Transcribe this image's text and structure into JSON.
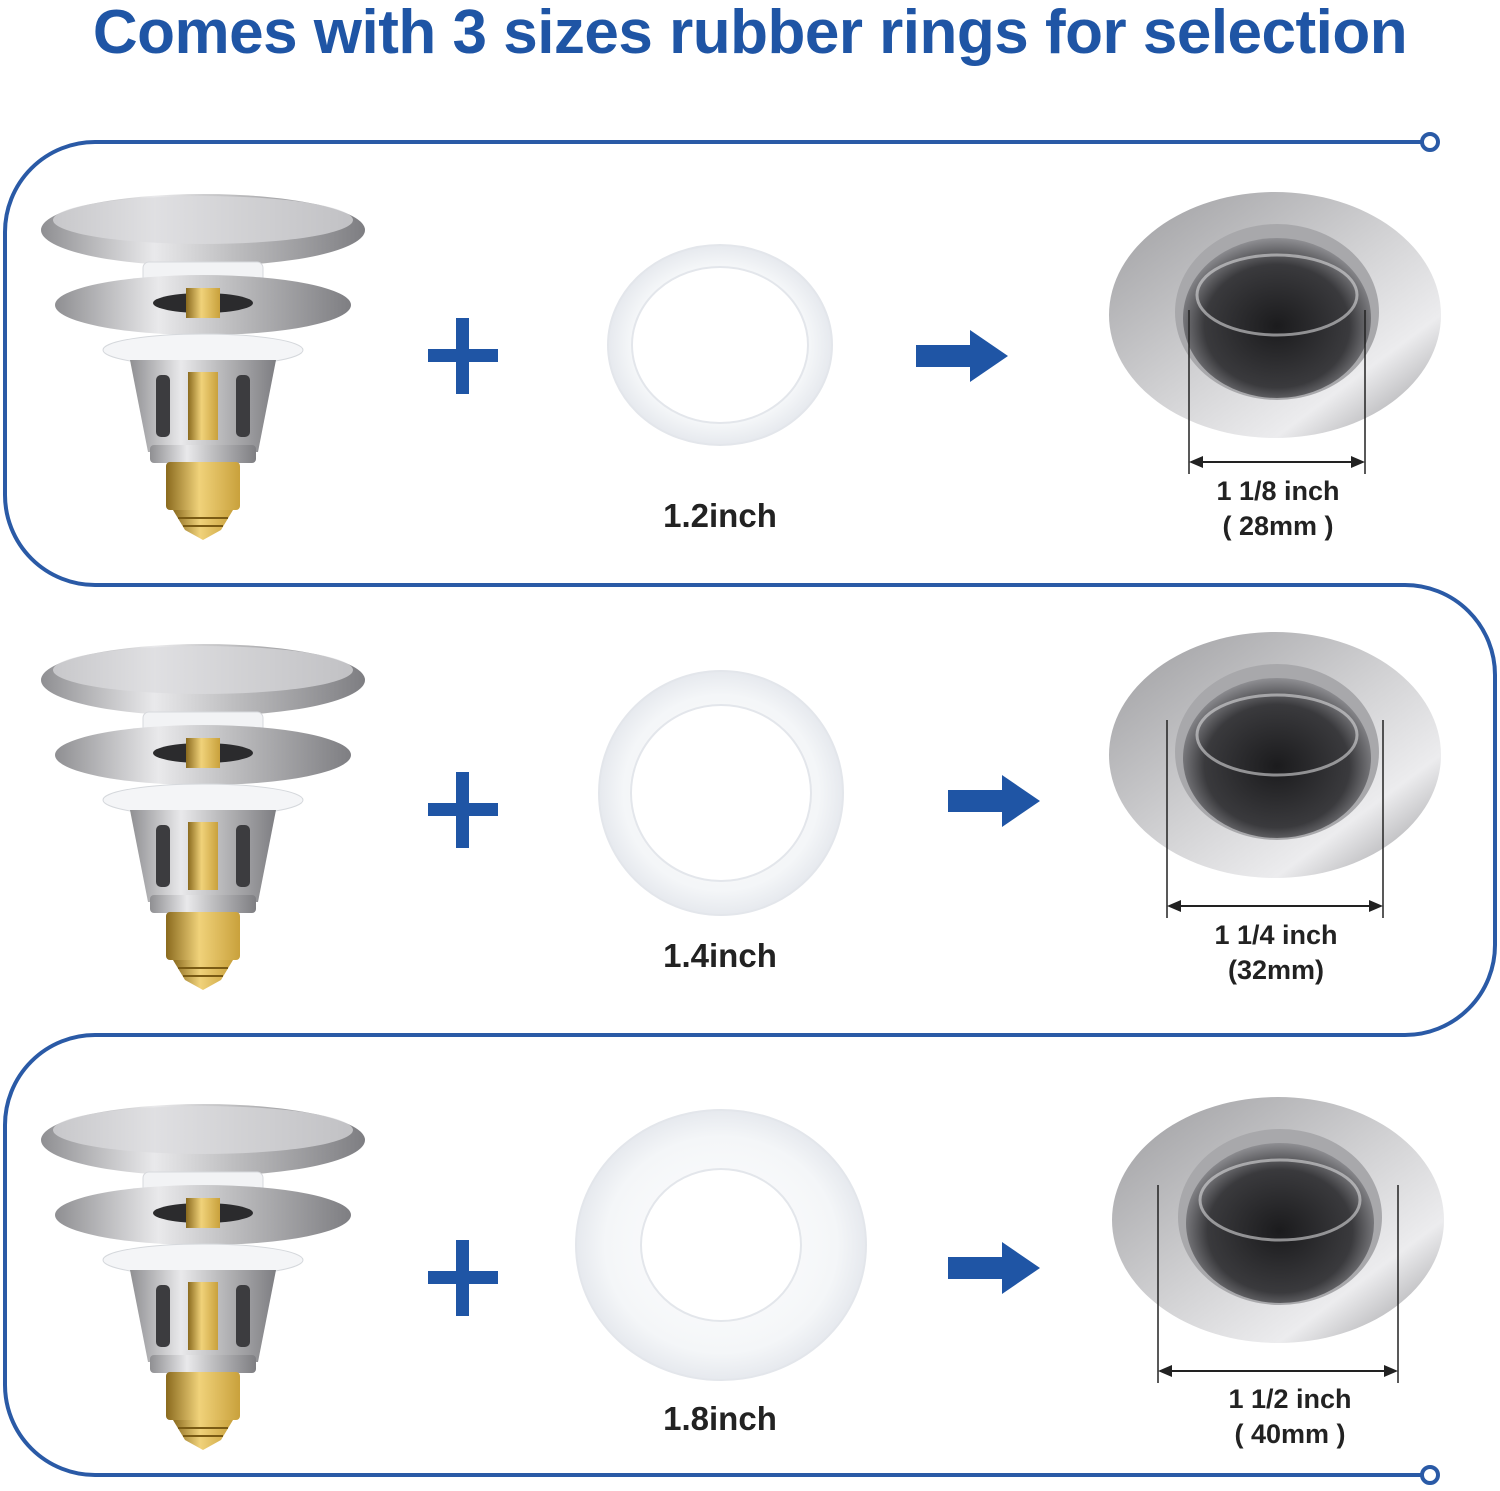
{
  "headline": "Comes with 3 sizes rubber rings for selection",
  "colors": {
    "brand_blue": "#1f55a5",
    "frame_blue": "#2a5aa6",
    "steel": "#bdbdbf",
    "brass": "#c9a13c",
    "ring_white": "#f4f6f8"
  },
  "icons": {
    "plus": "plus-icon",
    "arrow": "right-arrow-icon"
  },
  "rows": [
    {
      "ring_size": "1.2inch",
      "fit_inch": "1 1/8 inch",
      "fit_mm": "( 28mm )"
    },
    {
      "ring_size": "1.4inch",
      "fit_inch": "1 1/4 inch",
      "fit_mm": "(32mm)"
    },
    {
      "ring_size": "1.8inch",
      "fit_inch": "1 1/2 inch",
      "fit_mm": "( 40mm )"
    }
  ]
}
